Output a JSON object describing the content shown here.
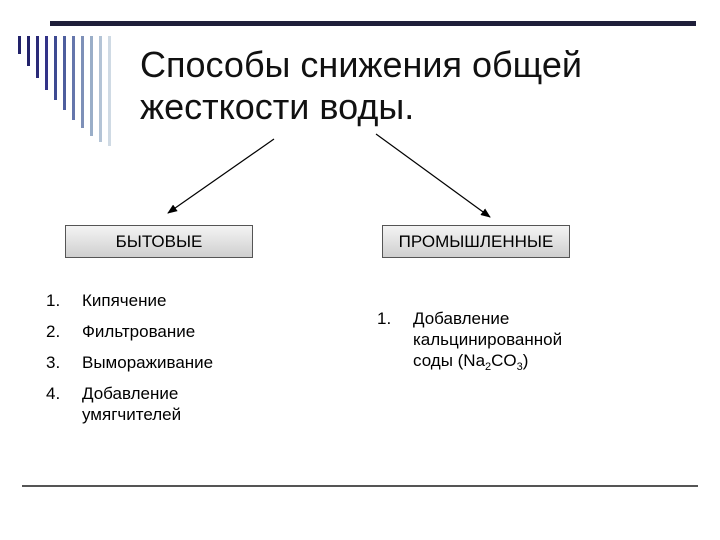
{
  "slide": {
    "title_line1": "Способы снижения общей",
    "title_line2": "жесткости воды.",
    "colors": {
      "top_rule": "#1f1f3a",
      "stripe_dark": "#22226a",
      "stripe_light": "#9aaec8",
      "box_fill": "#d9d9d9",
      "bottom_rule": "#555555"
    }
  },
  "categories": {
    "home": {
      "label": "БЫТОВЫЕ",
      "items": [
        {
          "num": "1.",
          "text": "Кипячение"
        },
        {
          "num": "2.",
          "text": "Фильтрование"
        },
        {
          "num": "3.",
          "text": "Вымораживание"
        },
        {
          "num": "4.",
          "text": "Добавление умягчителей"
        }
      ]
    },
    "industrial": {
      "label": "ПРОМЫШЛЕННЫЕ",
      "items": [
        {
          "num": "1.",
          "text_line1": "Добавление",
          "text_line2": "кальцинированной",
          "text_prefix": "соды (Na",
          "sub1": "2",
          "text_mid": "CO",
          "sub2": "3",
          "text_suffix": ")"
        }
      ]
    }
  }
}
